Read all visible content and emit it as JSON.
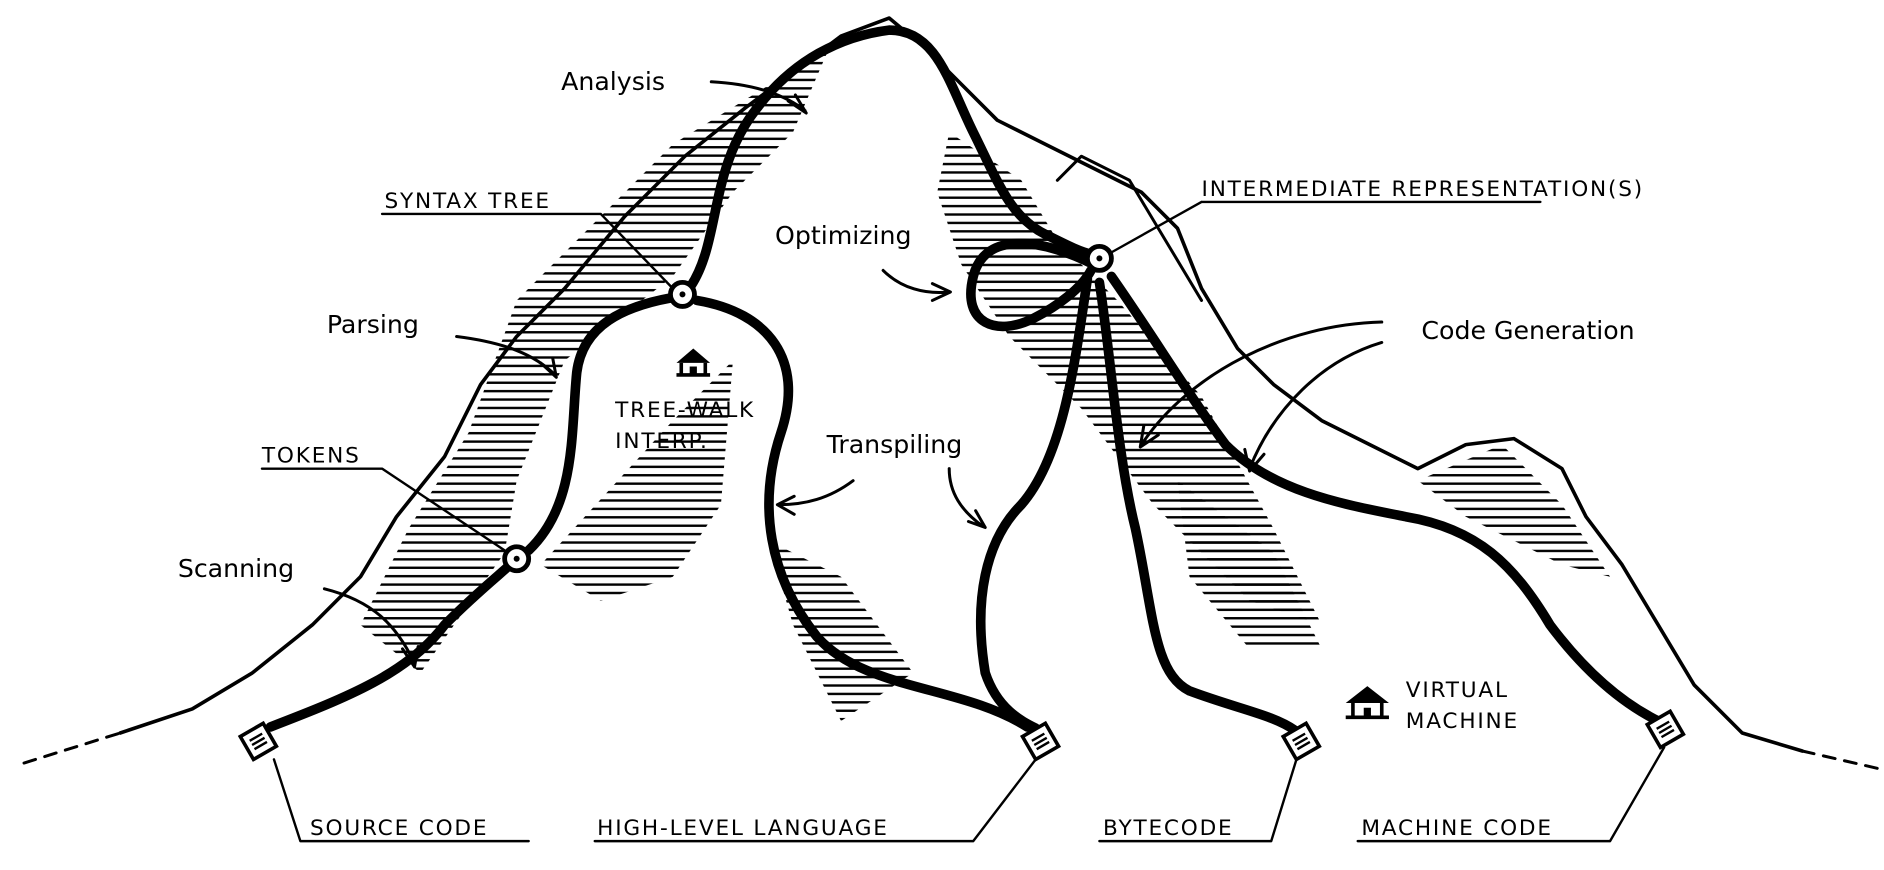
{
  "diagram": {
    "stages": {
      "scanning": "Scanning",
      "parsing": "Parsing",
      "analysis": "Analysis",
      "optimizing": "Optimizing",
      "code_generation": "Code Generation",
      "transpiling": "Transpiling"
    },
    "nodes": {
      "tokens": "TOKENS",
      "syntax_tree": "SYNTAX TREE",
      "intermediate_representation": "INTERMEDIATE REPRESENTATION(S)"
    },
    "outputs": {
      "source_code": "SOURCE CODE",
      "high_level_language": "HIGH-LEVEL LANGUAGE",
      "bytecode": "BYTECODE",
      "machine_code": "MACHINE CODE"
    },
    "shelters": {
      "tree_walk_line1": "TREE-WALK",
      "tree_walk_line2": "INTERP.",
      "vm_line1": "VIRTUAL",
      "vm_line2": "MACHINE"
    },
    "colors": {
      "ink": "#000000",
      "paper": "#ffffff"
    }
  }
}
